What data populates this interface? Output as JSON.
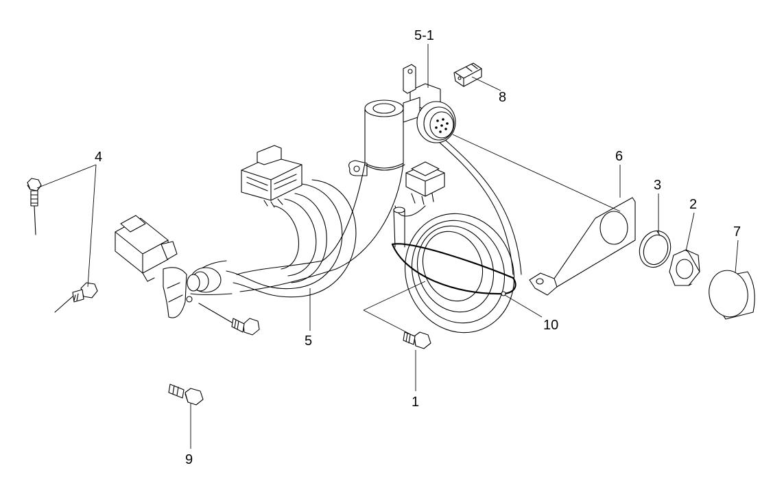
{
  "callouts": {
    "c1": "1",
    "c2": "2",
    "c3": "3",
    "c4": "4",
    "c5": "5",
    "c5_1": "5-1",
    "c6": "6",
    "c7": "7",
    "c8": "8",
    "c9": "9",
    "c10": "10"
  }
}
